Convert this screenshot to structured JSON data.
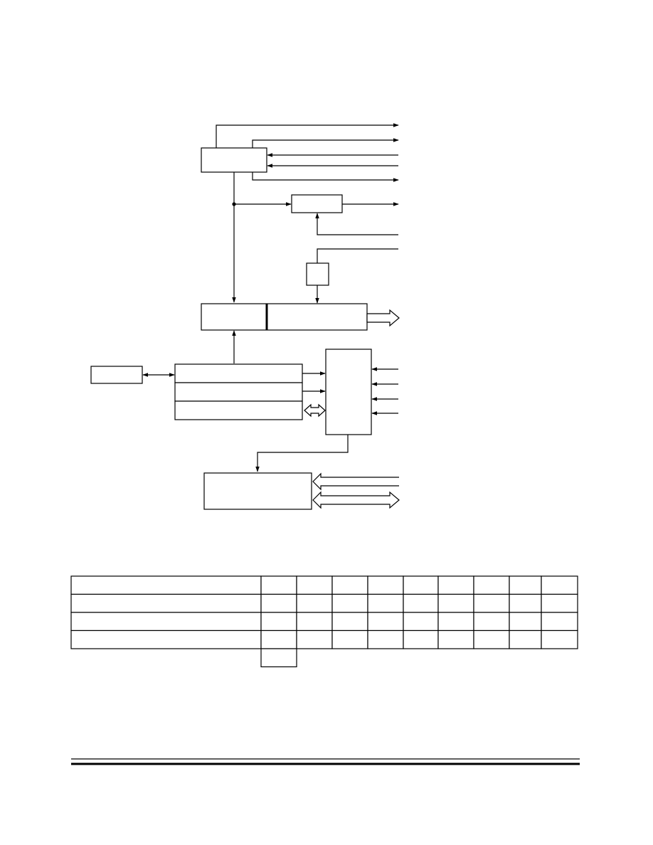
{
  "diagram": {
    "line_color": "#000000",
    "background": "#ffffff"
  },
  "table": {
    "rows": 4,
    "value_columns": 9,
    "extra_cells_below": 1
  }
}
